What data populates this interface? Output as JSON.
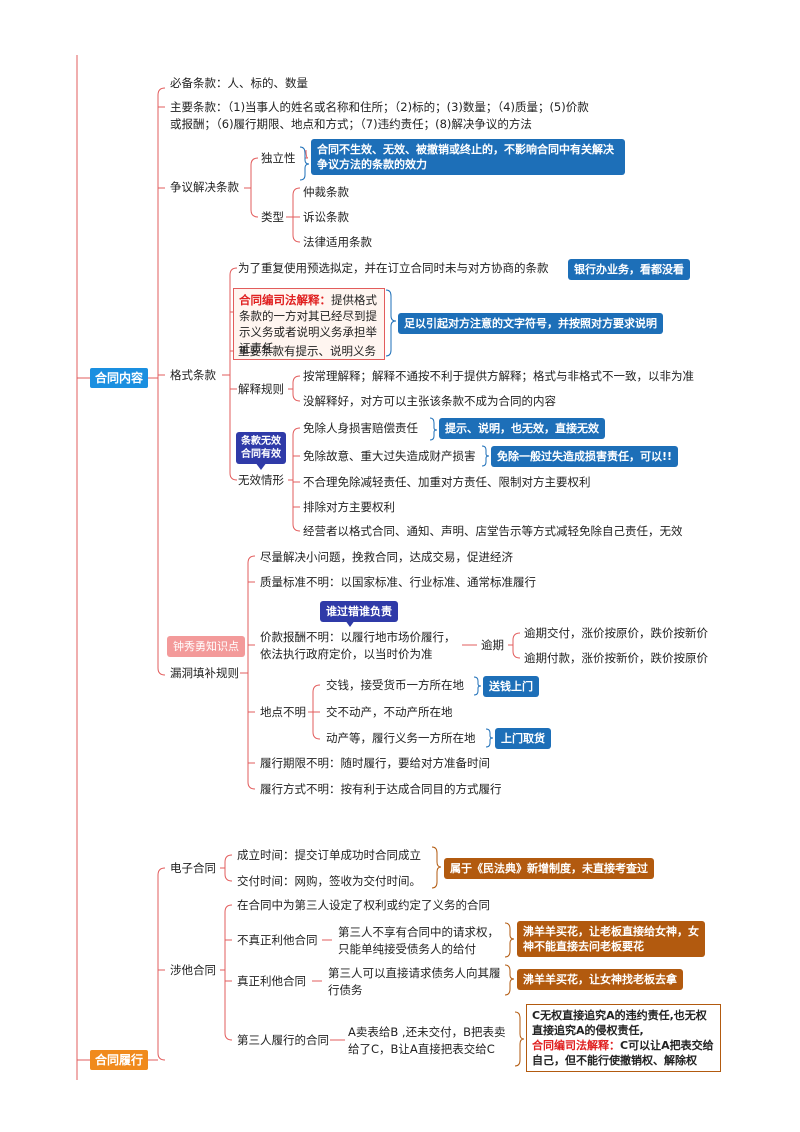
{
  "sections": {
    "contract_content": "合同内容",
    "contract_performance": "合同履行"
  },
  "clauses": {
    "required": "必备条款：人、标的、数量",
    "main": "主要条款：（1)当事人的姓名或名称和住所；（2)标的；(3)数量；（4)质量；(5)价款或报酬；（6)履行期限、地点和方式；（7)违约责任；(8)解决争议的方法"
  },
  "dispute": {
    "label": "争议解决条款",
    "independence": "独立性",
    "independence_note": "合同不生效、无效、被撤销或终止的，不影响合同中有关解决争议方法的条款的效力",
    "types_label": "类型",
    "types": [
      "仲裁条款",
      "诉讼条款",
      "法律适用条款"
    ]
  },
  "standard_terms": {
    "label": "格式条款",
    "definition": "为了重复使用预选拟定，并在订立合同时未与对方协商的条款",
    "definition_badge": "银行办业务，看都没看",
    "explain_title": "合同编司法解释：",
    "explain_text": "提供格式条款的一方对其已经尽到提示义务或者说明义务承担举证责任",
    "notice_badge": "足以引起对方注意的文字符号，并按照对方要求说明",
    "important": "重要条款有提示、说明义务",
    "interpret_label": "解释规则",
    "interpret_rules": [
      "按常理解释；解释不通按不利于提供方解释；格式与非格式不一致，以非为准",
      "没解释好，对方可以主张该条款不成为合同的内容"
    ],
    "invalid_label": "无效情形",
    "invalid_callout": "条款无效合同有效",
    "invalid_items": [
      "免除人身损害赔偿责任",
      "免除故意、重大过失造成财产损害",
      "不合理免除减轻责任、加重对方责任、限制对方主要权利",
      "排除对方主要权利",
      "经营者以格式合同、通知、声明、店堂告示等方式减轻免除自己责任，无效"
    ],
    "invalid_badge_1": "提示、说明，也无效，直接无效",
    "invalid_badge_2": "免除一般过失造成损害责任，可以!!"
  },
  "gap_filling": {
    "label": "漏洞填补规则",
    "teacher_tag": "钟秀勇知识点",
    "principle": "尽量解决小问题，挽救合同，达成交易，促进经济",
    "quality": "质量标准不明：以国家标准、行业标准、通常标准履行",
    "price_badge": "谁过错谁负责",
    "price": "价款报酬不明：以履行地市场价履行，依法执行政府定价，以当时价为准",
    "overdue_label": "逾期",
    "overdue_items": [
      "逾期交付，涨价按原价，跌价按新价",
      "逾期付款，涨价按新价，跌价按原价"
    ],
    "place_label": "地点不明",
    "place_items": [
      "交钱，接受货币一方所在地",
      "交不动产，不动产所在地",
      "动产等，履行义务一方所在地"
    ],
    "place_badge_1": "送钱上门",
    "place_badge_2": "上门取货",
    "term": "履行期限不明：随时履行，要给对方准备时间",
    "method": "履行方式不明：按有利于达成合同目的方式履行"
  },
  "electronic": {
    "label": "电子合同",
    "formation": "成立时间：提交订单成功时合同成立",
    "delivery": "交付时间：网购，签收为交付时间。",
    "badge": "属于《民法典》新增制度，未直接考查过"
  },
  "third_party": {
    "label": "涉他合同",
    "definition": "在合同中为第三人设定了权利或约定了义务的合同",
    "impure_label": "不真正利他合同",
    "impure_text": "第三人不享有合同中的请求权，只能单纯接受债务人的给付",
    "impure_note": "沸羊羊买花，让老板直接给女神，女神不能直接去问老板要花",
    "pure_label": "真正利他合同",
    "pure_text": "第三人可以直接请求债务人向其履行债务",
    "pure_note": "沸羊羊买花，让女神找老板去拿",
    "perform_label": "第三人履行的合同",
    "perform_text": "A卖表给B ,还未交付，B把表卖给了C，B让A直接把表交给C",
    "perform_note_1": "C无权直接追究A的违约责任,也无权直接追究A的侵权责任,",
    "perform_note_title": "合同编司法解释：",
    "perform_note_2": "C可以让A把表交给自己，但不能行使撤销权、解除权"
  }
}
